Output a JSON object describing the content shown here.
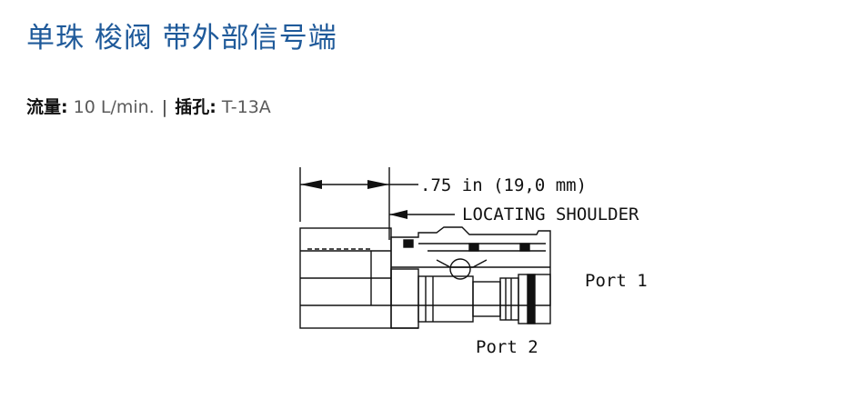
{
  "product": {
    "title": "单珠 梭阀 带外部信号端"
  },
  "specs": {
    "flow_label": "流量:",
    "flow_value": "10 L/min.",
    "separator": "|",
    "cavity_label": "插孔:",
    "cavity_value": "T-13A"
  },
  "drawing": {
    "dimension_label": ".75 in (19,0 mm)",
    "shoulder_label": "LOCATING SHOULDER",
    "port1_label": "Port 1",
    "port2_label": "Port 2"
  },
  "colors": {
    "title": "#1f5a9a",
    "text": "#5a5a5a"
  }
}
